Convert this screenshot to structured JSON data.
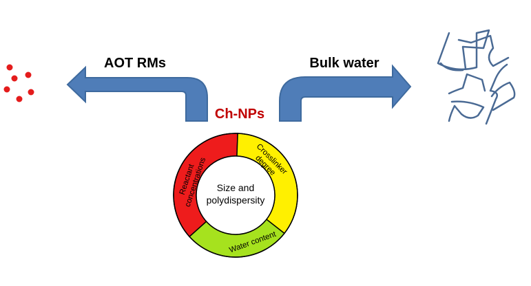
{
  "labels": {
    "left": "AOT RMs",
    "right": "Bulk water",
    "center": "Ch-NPs"
  },
  "cycle": {
    "center_line1": "Size and",
    "center_line2": "polydispersity",
    "seg_red_line1": "Reactant",
    "seg_red_line2": "concentrations",
    "seg_yellow_line1": "Crosslinker",
    "seg_yellow_line2": "degree",
    "seg_green": "Water content"
  },
  "colors": {
    "arrow": "#4F7DB8",
    "arrow_stroke": "#3E6A9E",
    "center_label": "#C00000",
    "dots": "#E41C1C",
    "red": "#EE1C1C",
    "yellow": "#FFF000",
    "green": "#A6E21E",
    "strands": "#4A6A94"
  }
}
